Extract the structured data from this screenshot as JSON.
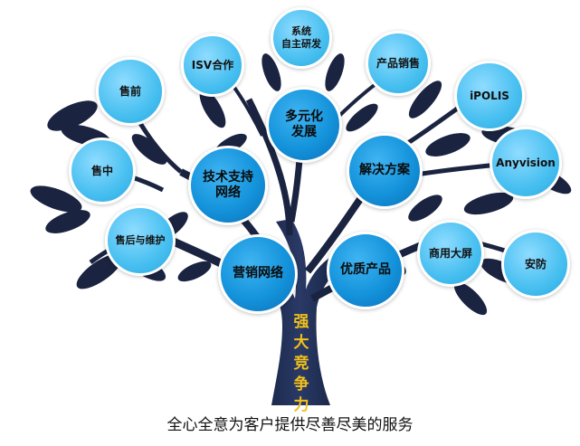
{
  "nodes": {
    "system_rd": {
      "label": "系统\n自主研发"
    },
    "isv": {
      "label": "ISV合作"
    },
    "product_sales": {
      "label": "产品销售"
    },
    "presale": {
      "label": "售前"
    },
    "ipolis": {
      "label": "iPOLIS"
    },
    "diversified": {
      "label": "多元化\n发展"
    },
    "insale": {
      "label": "售中"
    },
    "tech_network": {
      "label": "技术支持\n网络"
    },
    "solutions": {
      "label": "解决方案"
    },
    "anyvision": {
      "label": "Anyvision"
    },
    "aftersale": {
      "label": "售后与维护"
    },
    "commercial_screen": {
      "label": "商用大屏"
    },
    "security": {
      "label": "安防"
    },
    "marketing_network": {
      "label": "营销网络"
    },
    "quality_products": {
      "label": "优质产品"
    }
  },
  "trunk_label": "强\n大\n竞\n争\n力",
  "slogan": "全心全意为客户提供尽善尽美的服务",
  "colors": {
    "tree": "#1a2340",
    "light_node": "#47bff0",
    "dark_node": "#1493db",
    "trunk_text": "#f2c11a"
  }
}
